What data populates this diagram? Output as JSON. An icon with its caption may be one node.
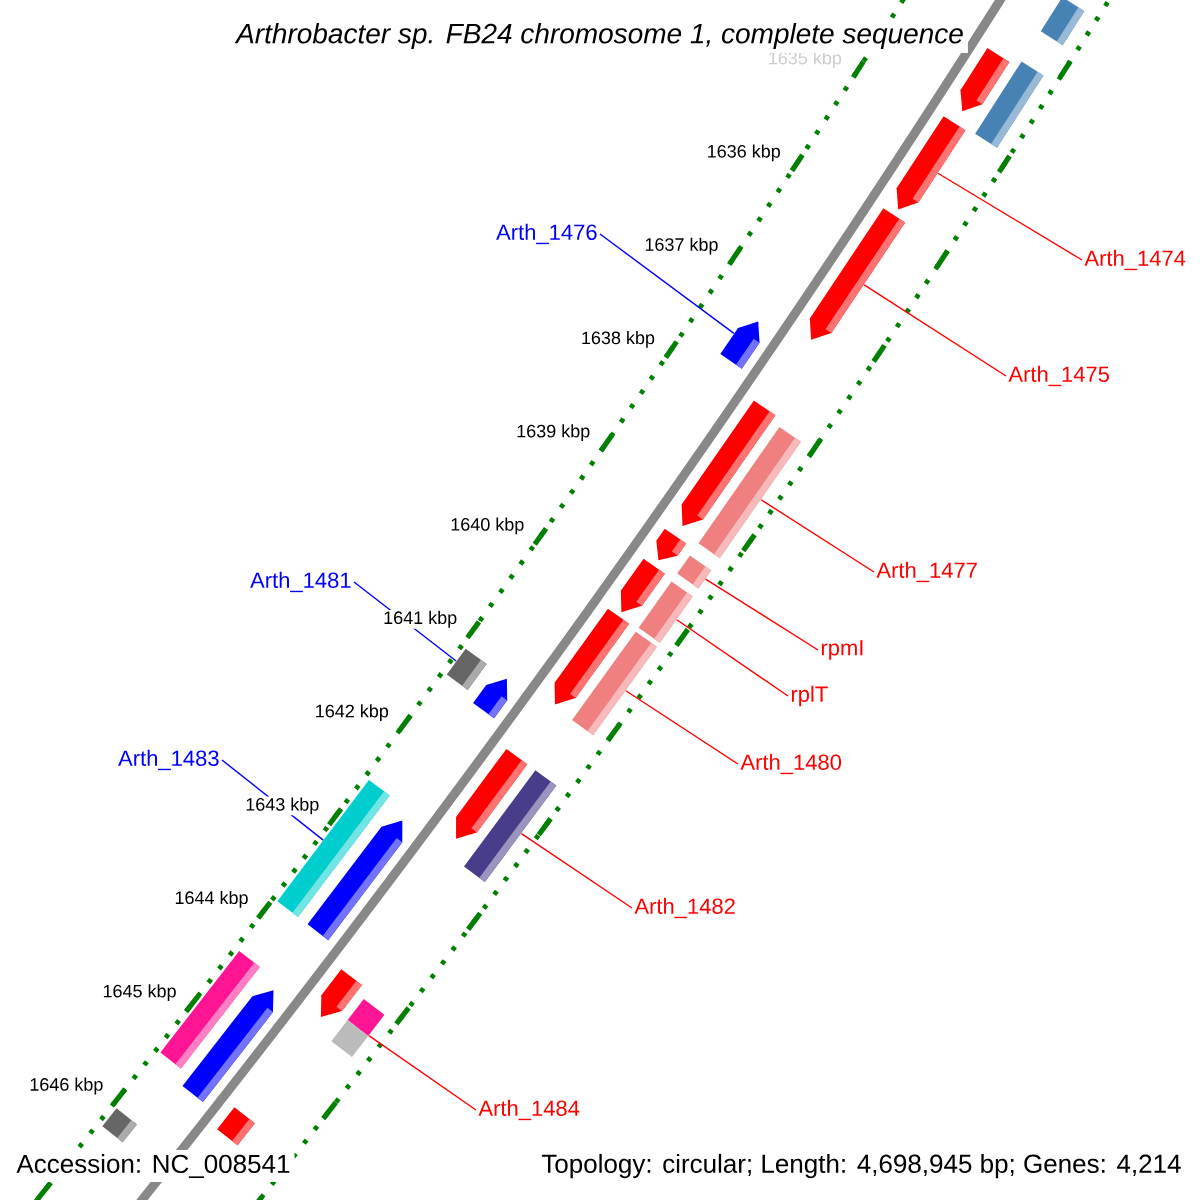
{
  "diagram": {
    "title": "Arthrobacter sp. FB24 chromosome 1, complete sequence",
    "nodes": [
      {
        "text": [],
        "shape": "bar"
      },
      {
        "text": [],
        "shape": "bar"
      },
      {
        "text": [],
        "shape": "bar"
      },
      {
        "text": [],
        "shape": "bar"
      },
      {
        "text": [
          "Arth_1476"
        ]
      },
      {
        "text": [
          "Arth_1474"
        ]
      },
      {
        "text": [],
        "shape": "bar"
      },
      {
        "text": [],
        "shape": "bar"
      },
      {
        "text": [
          "Arth_1475"
        ]
      },
      {
        "text": [],
        "shape": "bar"
      },
      {
        "text": [],
        "shape": "bar"
      },
      {
        "text": [],
        "shape": "bar"
      },
      {
        "text": [],
        "shape": "bar"
      },
      {
        "text": [
          "Arth_1477"
        ]
      },
      {
        "text": [],
        "shape": "bar"
      },
      {
        "text": [
          "Arth_1481"
        ]
      },
      {
        "text": [],
        "shape": "bar"
      },
      {
        "text": [],
        "shape": "bar"
      },
      {
        "text": [
          "rpmI"
        ]
      },
      {
        "text": [],
        "shape": "bar"
      },
      {
        "text": [],
        "shape": "bar"
      },
      {
        "text": [],
        "shape": "bar"
      },
      {
        "text": [
          "rplT"
        ]
      },
      {
        "text": [
          "Arth_1483"
        ]
      },
      {
        "text": [
          "Arth_1480"
        ]
      },
      {
        "text": [],
        "shape": "bar"
      },
      {
        "text": [],
        "shape": "bar"
      },
      {
        "text": [],
        "shape": "bar"
      },
      {
        "text": [],
        "shape": "bar"
      },
      {
        "text": [
          "Arth_1482"
        ]
      },
      {
        "text": [],
        "shape": "bar"
      },
      {
        "text": [],
        "shape": "bar"
      },
      {
        "text": [],
        "shape": "bar"
      },
      {
        "text": [],
        "shape": "bar"
      },
      {
        "text": [
          "Arth_1484"
        ]
      },
      {
        "text": [],
        "shape": "bar"
      },
      {
        "text": [],
        "shape": "bar"
      }
    ],
    "edges": [
      {
        "from": 4,
        "to": 7,
        "arrow": "none",
        "color": "#0000ff"
      },
      {
        "from": 5,
        "to": 3,
        "arrow": "none"
      },
      {
        "from": 8,
        "to": 6,
        "arrow": "none"
      },
      {
        "from": 13,
        "to": 10,
        "arrow": "none"
      },
      {
        "from": 15,
        "to": 20,
        "arrow": "none",
        "color": "#0000ff"
      },
      {
        "from": 18,
        "to": 12,
        "arrow": "none"
      },
      {
        "from": 22,
        "to": 16,
        "arrow": "none"
      },
      {
        "from": 23,
        "to": 27,
        "arrow": "none",
        "color": "#0000ff"
      },
      {
        "from": 24,
        "to": 19,
        "arrow": "none"
      },
      {
        "from": 29,
        "to": 26,
        "arrow": "none"
      },
      {
        "from": 34,
        "to": 31,
        "arrow": "none"
      }
    ],
    "labels": [
      "1635 kbp",
      "1636 kbp",
      "1637 kbp",
      "1638 kbp",
      "1639 kbp",
      "1640 kbp",
      "1641 kbp",
      "1642 kbp",
      "1643 kbp",
      "1644 kbp",
      "1645 kbp",
      "1646 kbp",
      "Accession: NC_008541",
      "Topology: circular; Length: 4,698,945 bp; Genes: 4,214"
    ]
  }
}
